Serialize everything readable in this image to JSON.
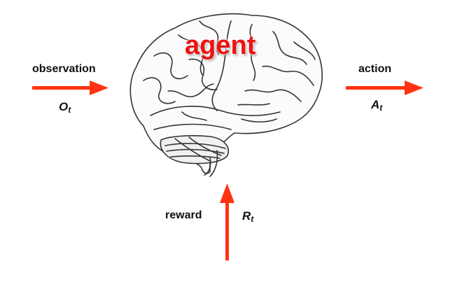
{
  "agent": {
    "label": "agent"
  },
  "observation": {
    "label": "observation",
    "symbol": "O",
    "subscript": "t"
  },
  "action": {
    "label": "action",
    "symbol": "A",
    "subscript": "t"
  },
  "reward": {
    "label": "reward",
    "symbol": "R",
    "subscript": "t"
  },
  "colors": {
    "arrow": "#ff3311",
    "agent_text": "#ee1111",
    "brain_outline": "#333333"
  },
  "icons": {
    "brain": "brain-icon"
  }
}
